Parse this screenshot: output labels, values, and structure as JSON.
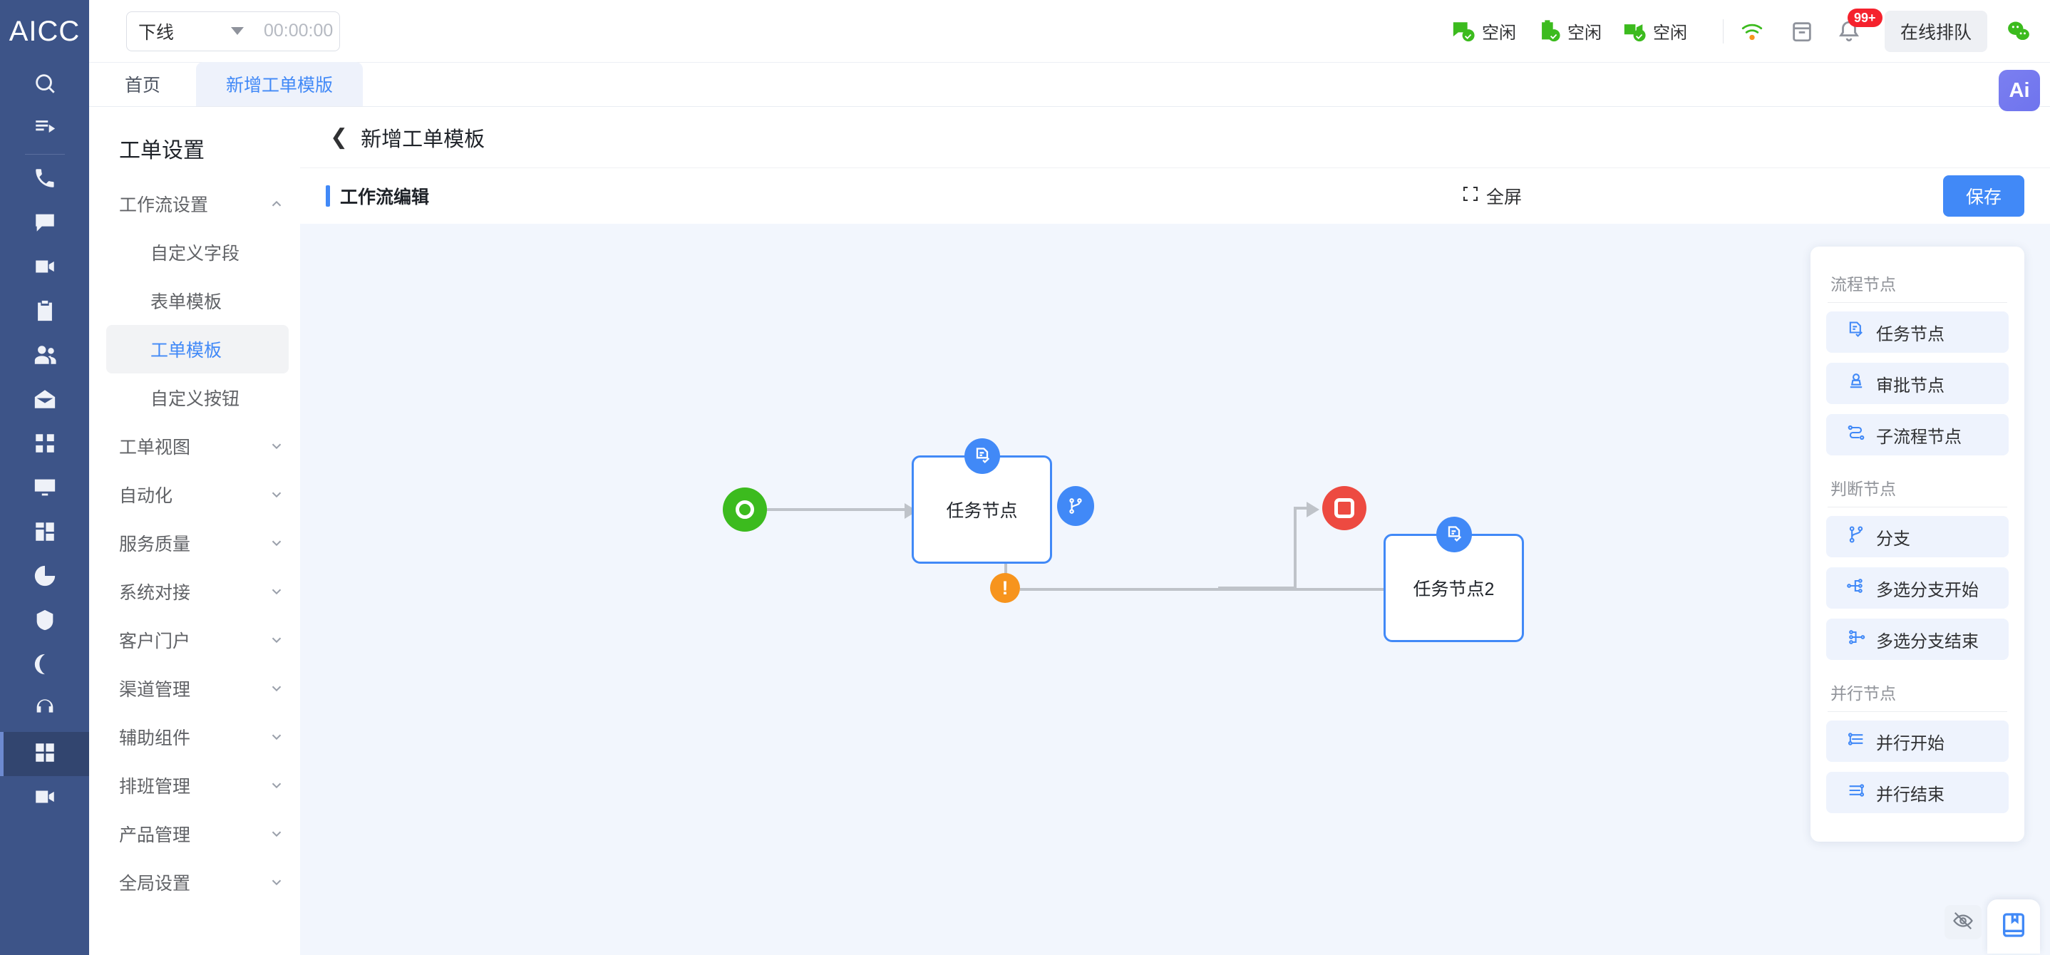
{
  "brand": {
    "logo": "AICC"
  },
  "header": {
    "status": {
      "value": "下线",
      "timer": "00:00:00"
    },
    "channels": [
      {
        "icon": "chat-idle-icon",
        "label": "空闲"
      },
      {
        "icon": "ticket-idle-icon",
        "label": "空闲"
      },
      {
        "icon": "video-idle-icon",
        "label": "空闲"
      }
    ],
    "wifi_icon": "wifi-icon",
    "calendar_icon": "calendar-icon",
    "bell_icon": "bell-icon",
    "notification_count": "99+",
    "queue_button": "在线排队",
    "wechat_icon": "wechat-icon",
    "ai_button": "Ai"
  },
  "tabs": [
    {
      "label": "首页",
      "active": false
    },
    {
      "label": "新增工单模版",
      "active": true
    }
  ],
  "menu": {
    "title": "工单设置",
    "items": [
      {
        "label": "工作流设置",
        "level": 1,
        "expanded": true,
        "chevron": "chevron-up-icon"
      },
      {
        "label": "自定义字段",
        "level": 2
      },
      {
        "label": "表单模板",
        "level": 2
      },
      {
        "label": "工单模板",
        "level": 2,
        "selected": true
      },
      {
        "label": "自定义按钮",
        "level": 2
      },
      {
        "label": "工单视图",
        "level": 1,
        "chevron": "chevron-down-icon"
      },
      {
        "label": "自动化",
        "level": 1,
        "chevron": "chevron-down-icon"
      },
      {
        "label": "服务质量",
        "level": 1,
        "chevron": "chevron-down-icon"
      },
      {
        "label": "系统对接",
        "level": 1,
        "chevron": "chevron-down-icon"
      },
      {
        "label": "客户门户",
        "level": 1,
        "chevron": "chevron-down-icon"
      },
      {
        "label": "渠道管理",
        "level": 1,
        "chevron": "chevron-down-icon"
      },
      {
        "label": "辅助组件",
        "level": 1,
        "chevron": "chevron-down-icon"
      },
      {
        "label": "排班管理",
        "level": 1,
        "chevron": "chevron-down-icon"
      },
      {
        "label": "产品管理",
        "level": 1,
        "chevron": "chevron-down-icon"
      },
      {
        "label": "全局设置",
        "level": 1,
        "chevron": "chevron-down-icon"
      }
    ]
  },
  "page": {
    "back_icon": "chevron-left-icon",
    "title": "新增工单模板",
    "section_title": "工作流编辑",
    "fullscreen_label": "全屏",
    "fullscreen_icon": "expand-icon",
    "save_label": "保存"
  },
  "canvas": {
    "nodes": [
      {
        "id": "start",
        "type": "start",
        "label": ""
      },
      {
        "id": "task1",
        "type": "task",
        "label": "任务节点",
        "badge_icon": "doc-check-icon"
      },
      {
        "id": "branch",
        "type": "branch",
        "label": "",
        "icon": "branch-icon"
      },
      {
        "id": "warn",
        "type": "warning",
        "label": "!"
      },
      {
        "id": "task2",
        "type": "task",
        "label": "任务节点2",
        "badge_icon": "doc-check-icon"
      },
      {
        "id": "end",
        "type": "end",
        "label": ""
      }
    ]
  },
  "palette": {
    "sections": [
      {
        "title": "流程节点",
        "items": [
          {
            "label": "任务节点",
            "icon": "doc-check-icon"
          },
          {
            "label": "审批节点",
            "icon": "stamp-icon"
          },
          {
            "label": "子流程节点",
            "icon": "subflow-icon"
          }
        ]
      },
      {
        "title": "判断节点",
        "items": [
          {
            "label": "分支",
            "icon": "branch-icon"
          },
          {
            "label": "多选分支开始",
            "icon": "multi-branch-start-icon"
          },
          {
            "label": "多选分支结束",
            "icon": "multi-branch-end-icon"
          }
        ]
      },
      {
        "title": "并行节点",
        "items": [
          {
            "label": "并行开始",
            "icon": "parallel-start-icon"
          },
          {
            "label": "并行结束",
            "icon": "parallel-end-icon"
          }
        ]
      }
    ]
  },
  "fabs": [
    {
      "icon": "eye-off-icon"
    },
    {
      "icon": "manual-book-icon"
    }
  ],
  "colors": {
    "brand_navy": "#3d5488",
    "accent_blue": "#4189f7",
    "start_green": "#3cbb1e",
    "end_red": "#ed4a41",
    "warn_orange": "#f7941d",
    "canvas_bg": "#f2f6fd"
  }
}
